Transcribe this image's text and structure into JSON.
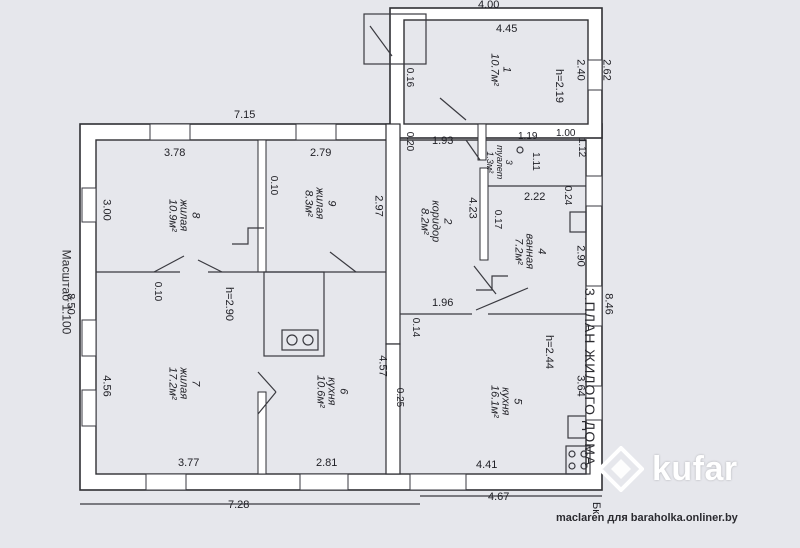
{
  "plan_title": "3.ПЛАН ЖИЛОГО ДОМА",
  "scale_text": "Масштаб 1:100",
  "rooms": [
    {
      "number": "1",
      "area": "10.7м²",
      "height": "h=2.19"
    },
    {
      "number": "2",
      "name": "коридор",
      "area": "8.2м²"
    },
    {
      "number": "3",
      "name": "туалет",
      "area": "1.3м²"
    },
    {
      "number": "4",
      "name": "ванная",
      "area": "7.2м²"
    },
    {
      "number": "5",
      "name": "кухня",
      "area": "16.1м²",
      "height": "h=2.44"
    },
    {
      "number": "6",
      "name": "кухня",
      "area": "10.6м²"
    },
    {
      "number": "7",
      "name": "жилая",
      "area": "17.2м²"
    },
    {
      "number": "8",
      "name": "жилая",
      "area": "10.9м²"
    },
    {
      "number": "9",
      "name": "жилая",
      "area": "8.3м²"
    }
  ],
  "heights": {
    "center": "h=2.90"
  },
  "dimensions": {
    "top_total": "4.00",
    "room1_width": "4.45",
    "room1_depth": "2.40",
    "right_small": "2.62",
    "porch_a": "0.16",
    "porch_b": "0.20",
    "top_left": "7.15",
    "room8_width": "3.78",
    "room9_width": "2.79",
    "corridor_top": "1.93",
    "toilet_width": "1.19",
    "toilet_depth": "1.11",
    "d100": "1.00",
    "d112": "1.12",
    "room8_depth": "3.00",
    "wall_010a": "0.10",
    "room9_depth": "2.97",
    "corridor_len": "4.23",
    "bath_width": "2.22",
    "d024": "0.24",
    "d017": "0.17",
    "bath_depth": "2.90",
    "left_total": "8.50",
    "wall_010b": "0.10",
    "d196": "1.96",
    "right_total": "8.46",
    "d014": "0.14",
    "room7_depth": "4.56",
    "d457": "4.57",
    "d025": "0.25",
    "room5_depth": "3.64",
    "room7_width": "3.77",
    "room6_width": "2.81",
    "room5_width": "4.41",
    "bottom_left": "7.28",
    "bottom_right": "4.67",
    "label_bk": "Бк"
  },
  "logo": {
    "text": "kufar"
  },
  "watermark": "maclaren для baraholka.onliner.by"
}
